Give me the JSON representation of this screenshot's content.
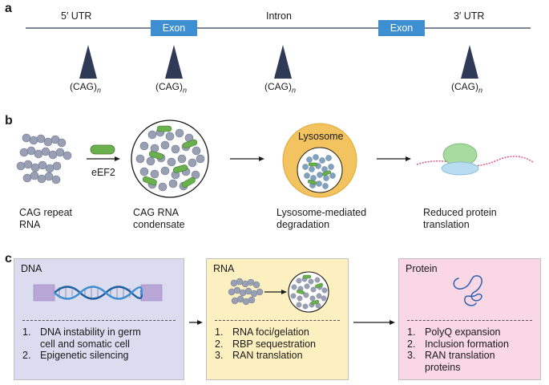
{
  "panel_a": {
    "letter": "a",
    "regions": [
      "5′ UTR",
      "Intron",
      "3′ UTR"
    ],
    "exons": [
      "Exon",
      "Exon"
    ],
    "repeat_text": "(CAG)",
    "repeat_sub": "n"
  },
  "panel_b": {
    "letter": "b",
    "factor": "eEF2",
    "organelle": "Lysosome",
    "steps": [
      [
        "CAG repeat",
        "RNA"
      ],
      [
        "CAG RNA",
        "condensate"
      ],
      [
        "Lysosome-mediated",
        "degradation"
      ],
      [
        "Reduced protein",
        "translation"
      ]
    ]
  },
  "panel_c": {
    "letter": "c",
    "boxes": [
      {
        "title": "DNA",
        "items": [
          [
            "DNA instability in germ",
            "cell and somatic cell"
          ],
          [
            "Epigenetic silencing"
          ]
        ]
      },
      {
        "title": "RNA",
        "items": [
          [
            "RNA foci/gelation"
          ],
          [
            "RBP sequestration"
          ],
          [
            "RAN translation"
          ]
        ]
      },
      {
        "title": "Protein",
        "items": [
          [
            "PolyQ expansion"
          ],
          [
            "Inclusion formation"
          ],
          [
            "RAN translation",
            "proteins"
          ]
        ]
      }
    ]
  },
  "colors": {
    "exon": "#3d8fd1",
    "triangle": "#2f3a57",
    "dna_box": "#dcdcf0",
    "rna_box": "#fdf0c0",
    "protein_box": "#f9d7e5",
    "rna_bead": "#9aa0b4",
    "eef2": "#6ab04c",
    "lysosome": "#f2c35e"
  }
}
